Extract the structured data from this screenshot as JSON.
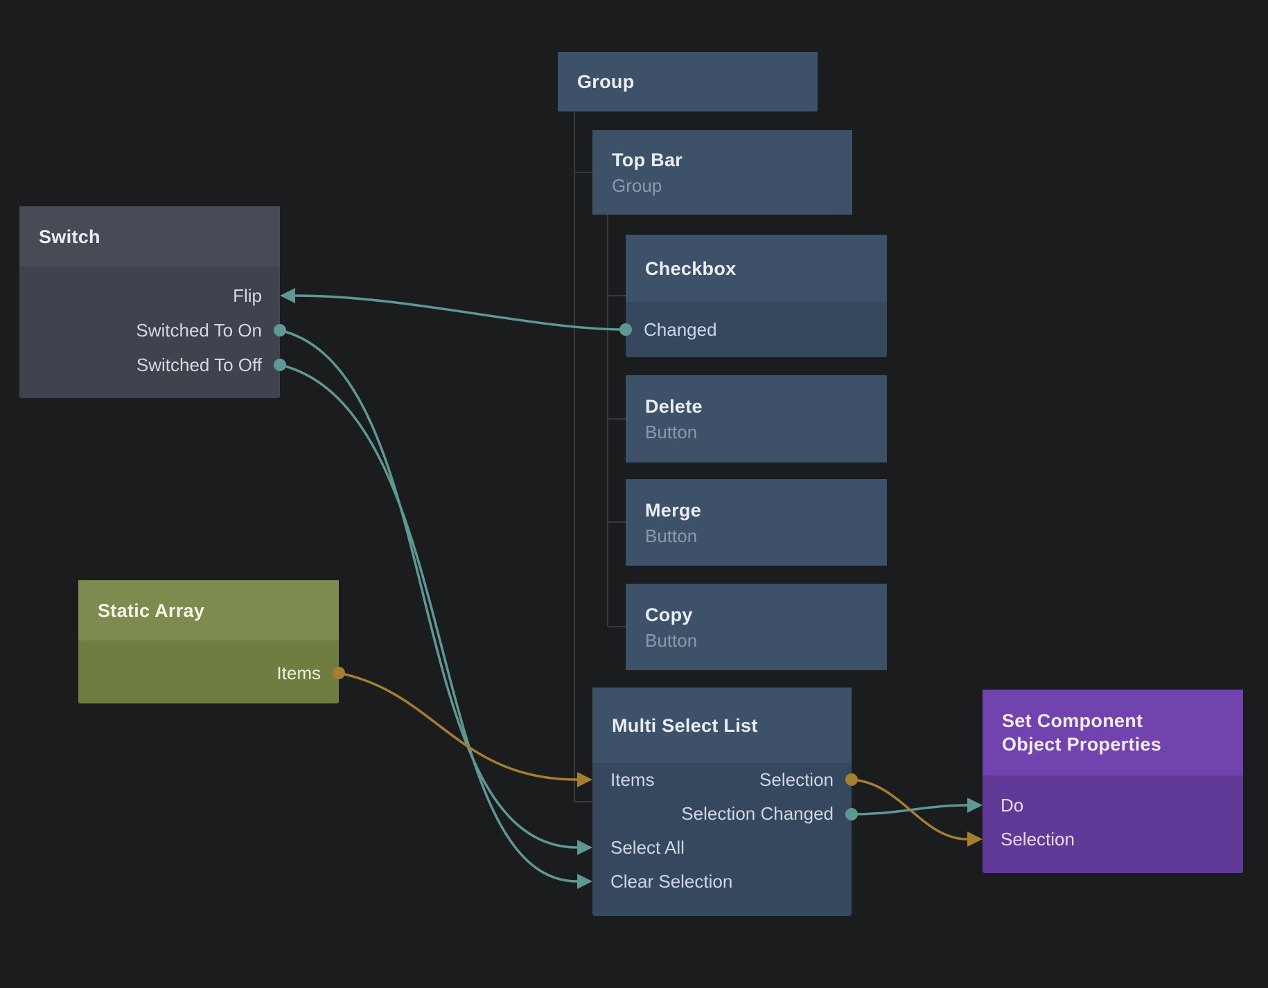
{
  "canvas": {
    "background_color": "#1B1C1E"
  },
  "colors": {
    "wire_teal": "#5E9894",
    "wire_gold": "#A57E2E",
    "tree_line": "#37393D",
    "node_blue_header": "#3D5168",
    "node_blue_body": "#35485E",
    "node_gray_header": "#474B55",
    "node_gray_body": "#3F434D",
    "node_olive_header": "#7D8B4F",
    "node_olive_body": "#6F7D41",
    "node_purple_header": "#7143AE",
    "node_purple_body": "#603A96",
    "title_text": "#E9EEF5",
    "subtitle_text": "#8C98AB",
    "port_text": "#CED6E1"
  },
  "nodes": {
    "group": {
      "title": "Group"
    },
    "top_bar": {
      "title": "Top Bar",
      "subtitle": "Group"
    },
    "checkbox": {
      "title": "Checkbox",
      "ports": {
        "changed": "Changed"
      }
    },
    "delete": {
      "title": "Delete",
      "subtitle": "Button"
    },
    "merge": {
      "title": "Merge",
      "subtitle": "Button"
    },
    "copy": {
      "title": "Copy",
      "subtitle": "Button"
    },
    "switch": {
      "title": "Switch",
      "ports": {
        "flip": "Flip",
        "switched_to_on": "Switched To On",
        "switched_to_off": "Switched To Off"
      }
    },
    "static_array": {
      "title": "Static Array",
      "ports": {
        "items": "Items"
      }
    },
    "multi_select_list": {
      "title": "Multi Select List",
      "ports": {
        "items": "Items",
        "selection": "Selection",
        "selection_changed": "Selection Changed",
        "select_all": "Select All",
        "clear_selection": "Clear Selection"
      }
    },
    "set_component_object_properties": {
      "title_line1": "Set Component",
      "title_line2": "Object Properties",
      "ports": {
        "do": "Do",
        "selection": "Selection"
      }
    }
  },
  "hierarchy": {
    "group_children": [
      "Top Bar",
      "Multi Select List"
    ],
    "top_bar_children": [
      "Checkbox",
      "Delete",
      "Merge",
      "Copy"
    ]
  },
  "connections": [
    {
      "from_node": "Checkbox",
      "from_port": "Changed",
      "to_node": "Switch",
      "to_port": "Flip",
      "color": "teal"
    },
    {
      "from_node": "Switch",
      "from_port": "Switched To On",
      "to_node": "Multi Select List",
      "to_port": "Select All",
      "color": "teal"
    },
    {
      "from_node": "Switch",
      "from_port": "Switched To Off",
      "to_node": "Multi Select List",
      "to_port": "Clear Selection",
      "color": "teal"
    },
    {
      "from_node": "Static Array",
      "from_port": "Items",
      "to_node": "Multi Select List",
      "to_port": "Items",
      "color": "gold"
    },
    {
      "from_node": "Multi Select List",
      "from_port": "Selection",
      "to_node": "Set Component Object Properties",
      "to_port": "Selection",
      "color": "gold"
    },
    {
      "from_node": "Multi Select List",
      "from_port": "Selection Changed",
      "to_node": "Set Component Object Properties",
      "to_port": "Do",
      "color": "teal"
    }
  ]
}
